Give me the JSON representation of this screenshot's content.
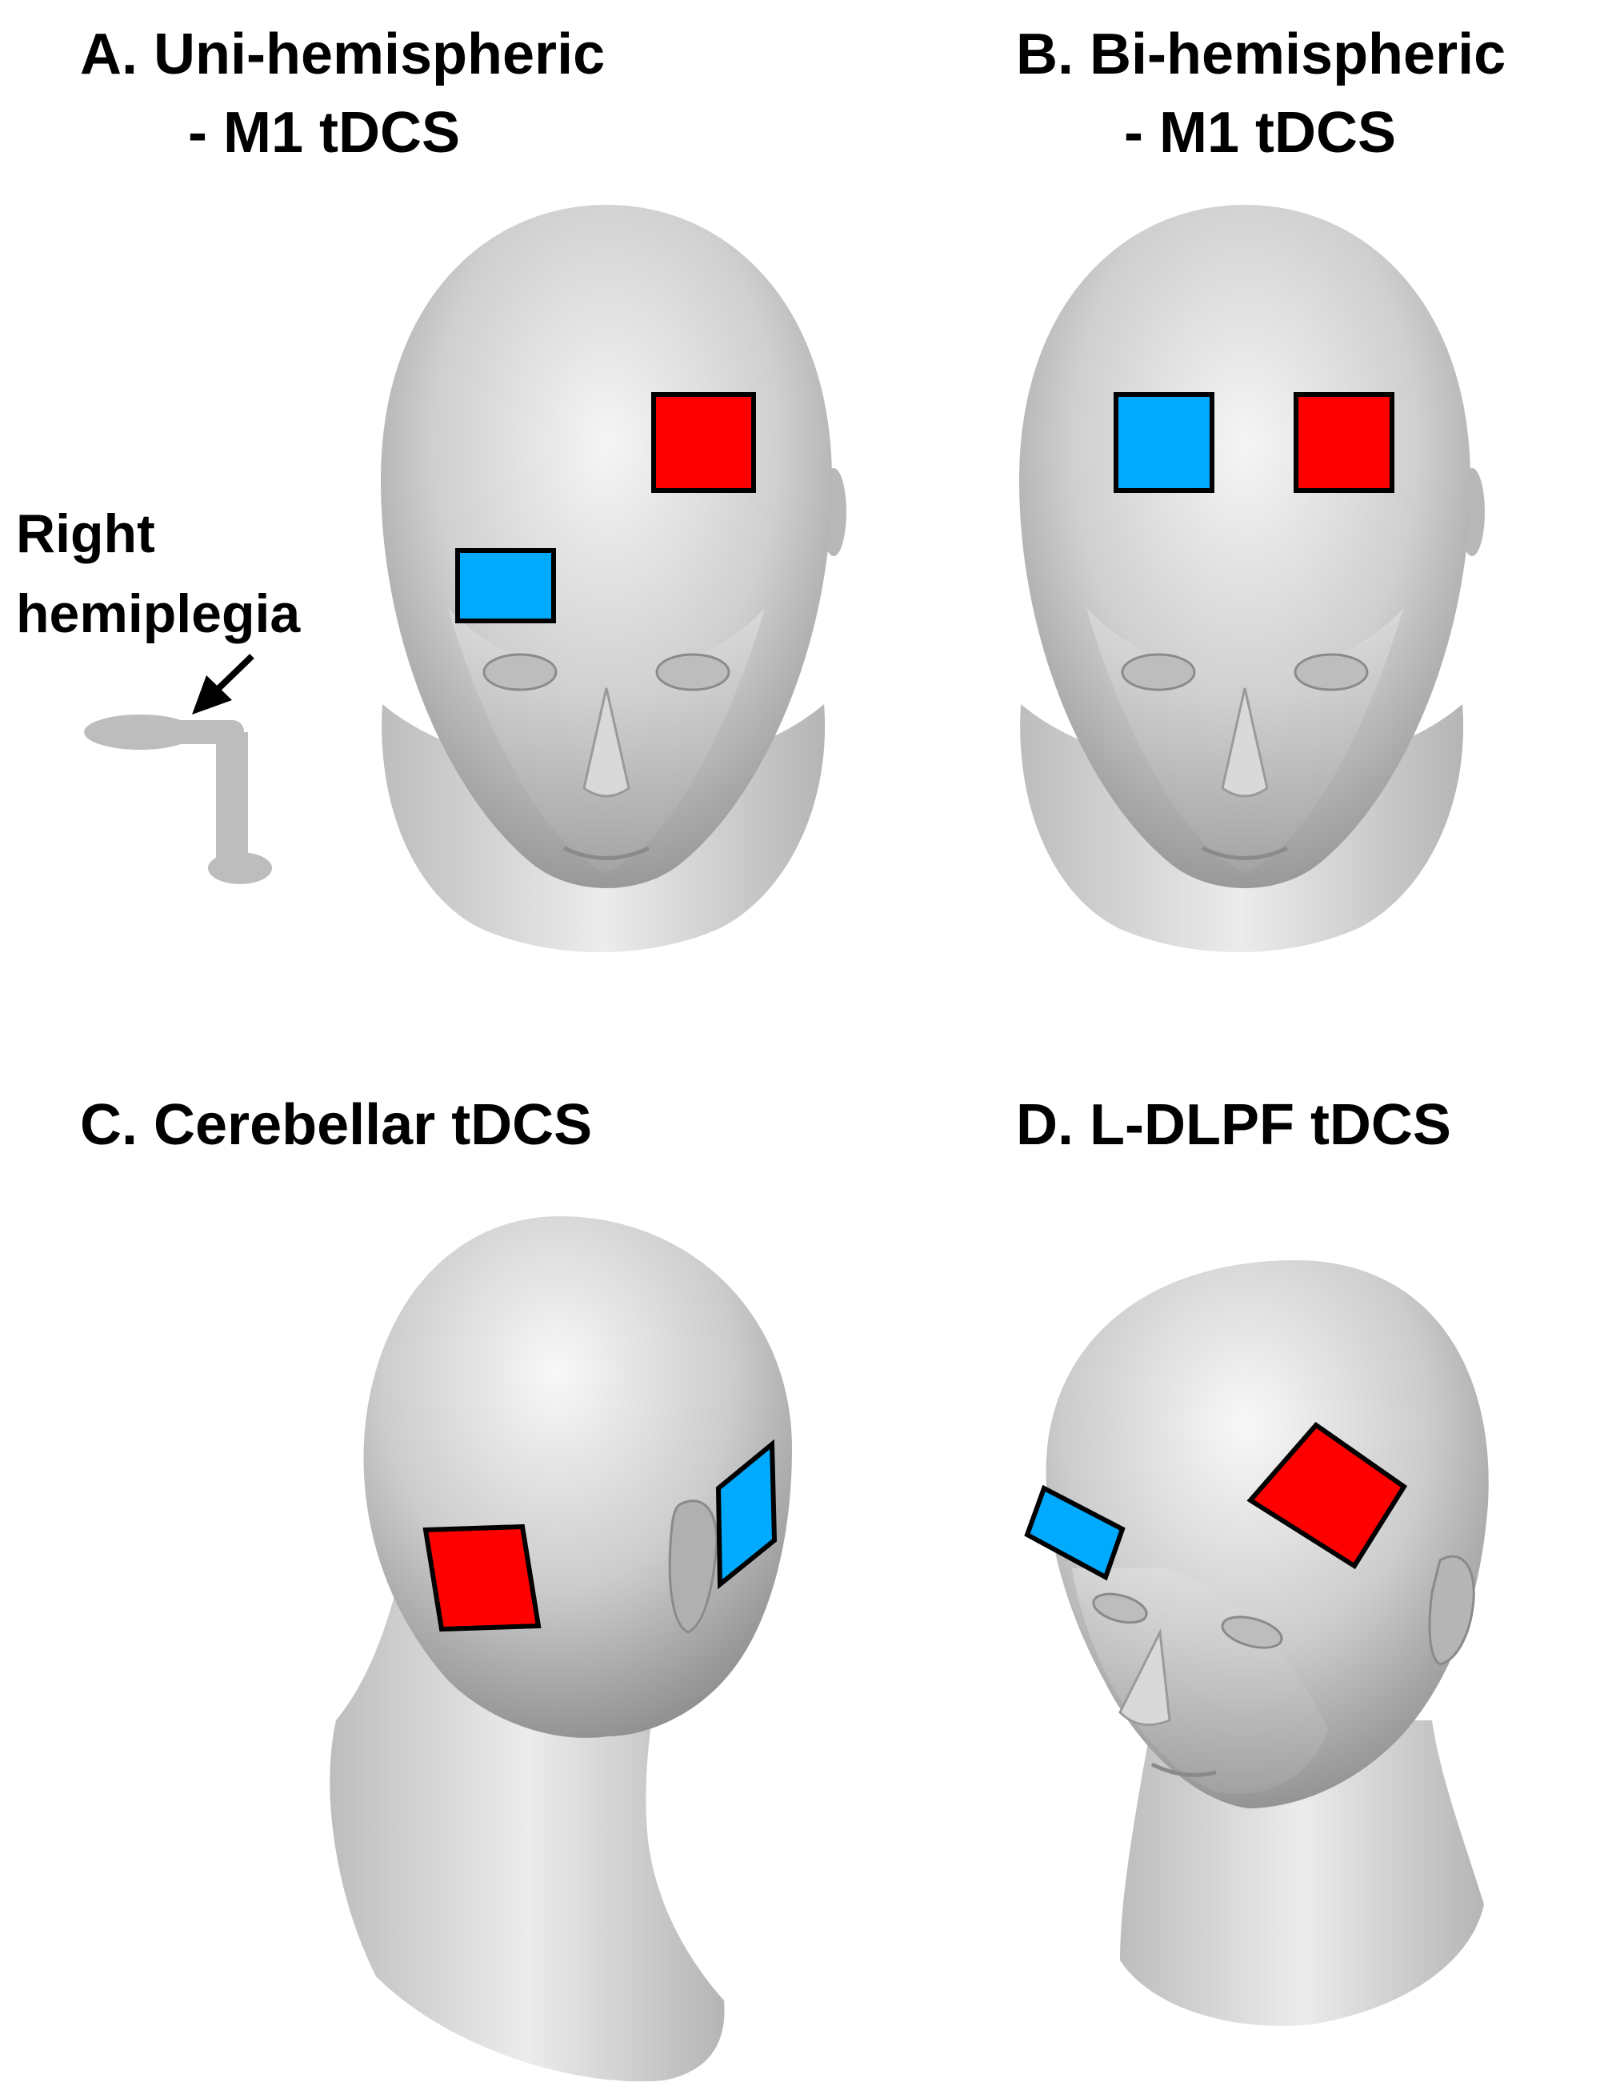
{
  "panels": [
    {
      "id": "A",
      "title_line1": "A. Uni-hemispheric",
      "title_line2": "- M1 tDCS"
    },
    {
      "id": "B",
      "title_line1": "B. Bi-hemispheric",
      "title_line2": "- M1 tDCS"
    },
    {
      "id": "C",
      "title_line1": "C. Cerebellar tDCS"
    },
    {
      "id": "D",
      "title_line1": "D. L-DLPF tDCS"
    }
  ],
  "annotation": {
    "line1": "Right",
    "line2": "hemiplegia"
  },
  "colors": {
    "anode": "#ff0000",
    "cathode": "#00aaff",
    "head_light": "#f4f4f4",
    "head_mid": "#c4c4c4",
    "head_dark": "#8e8e8e",
    "limb": "#bdbdbd"
  }
}
